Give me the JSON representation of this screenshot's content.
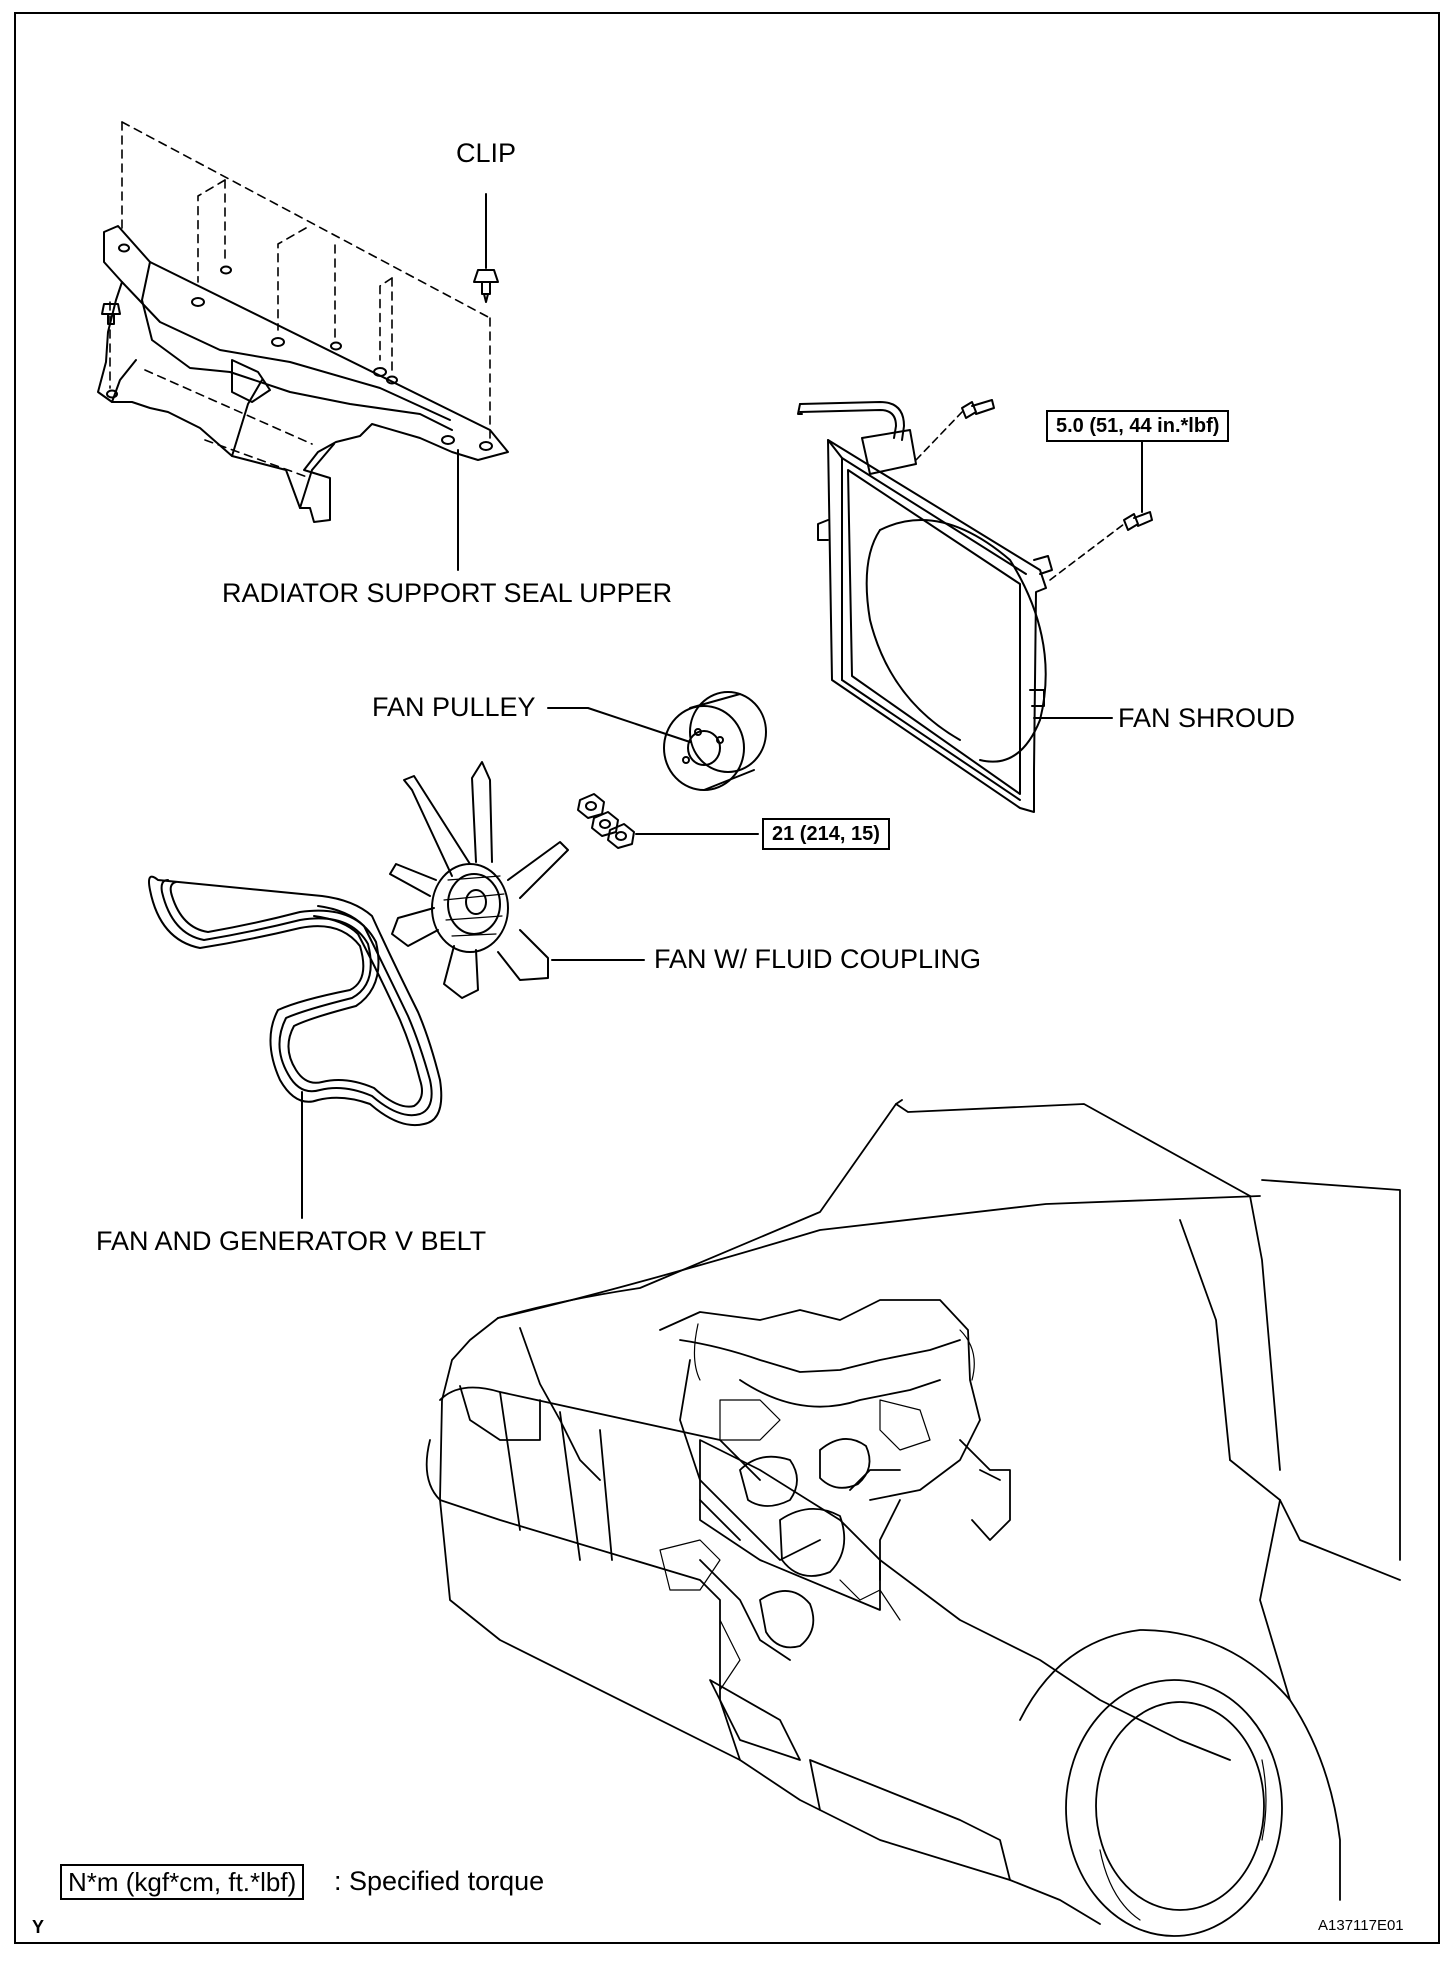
{
  "labels": {
    "clip": "CLIP",
    "radiator_support_seal_upper": "RADIATOR SUPPORT SEAL UPPER",
    "fan_pulley": "FAN PULLEY",
    "fan_shroud": "FAN SHROUD",
    "fan_fluid_coupling": "FAN W/ FLUID COUPLING",
    "fan_generator_v_belt": "FAN AND GENERATOR V BELT"
  },
  "torques": {
    "shroud_bolt": "5.0 (51, 44 in.*lbf)",
    "fan_nut": "21 (214, 15)"
  },
  "legend": {
    "unit_box": "N*m (kgf*cm, ft.*lbf)",
    "description": ": Specified torque"
  },
  "corner": {
    "left_mark": "Y",
    "figure_id": "A137117E01"
  },
  "icons": [
    "clip-icon",
    "bolt-icon",
    "nut-icon",
    "pulley-icon",
    "fan-icon",
    "belt-icon",
    "vehicle-icon"
  ]
}
